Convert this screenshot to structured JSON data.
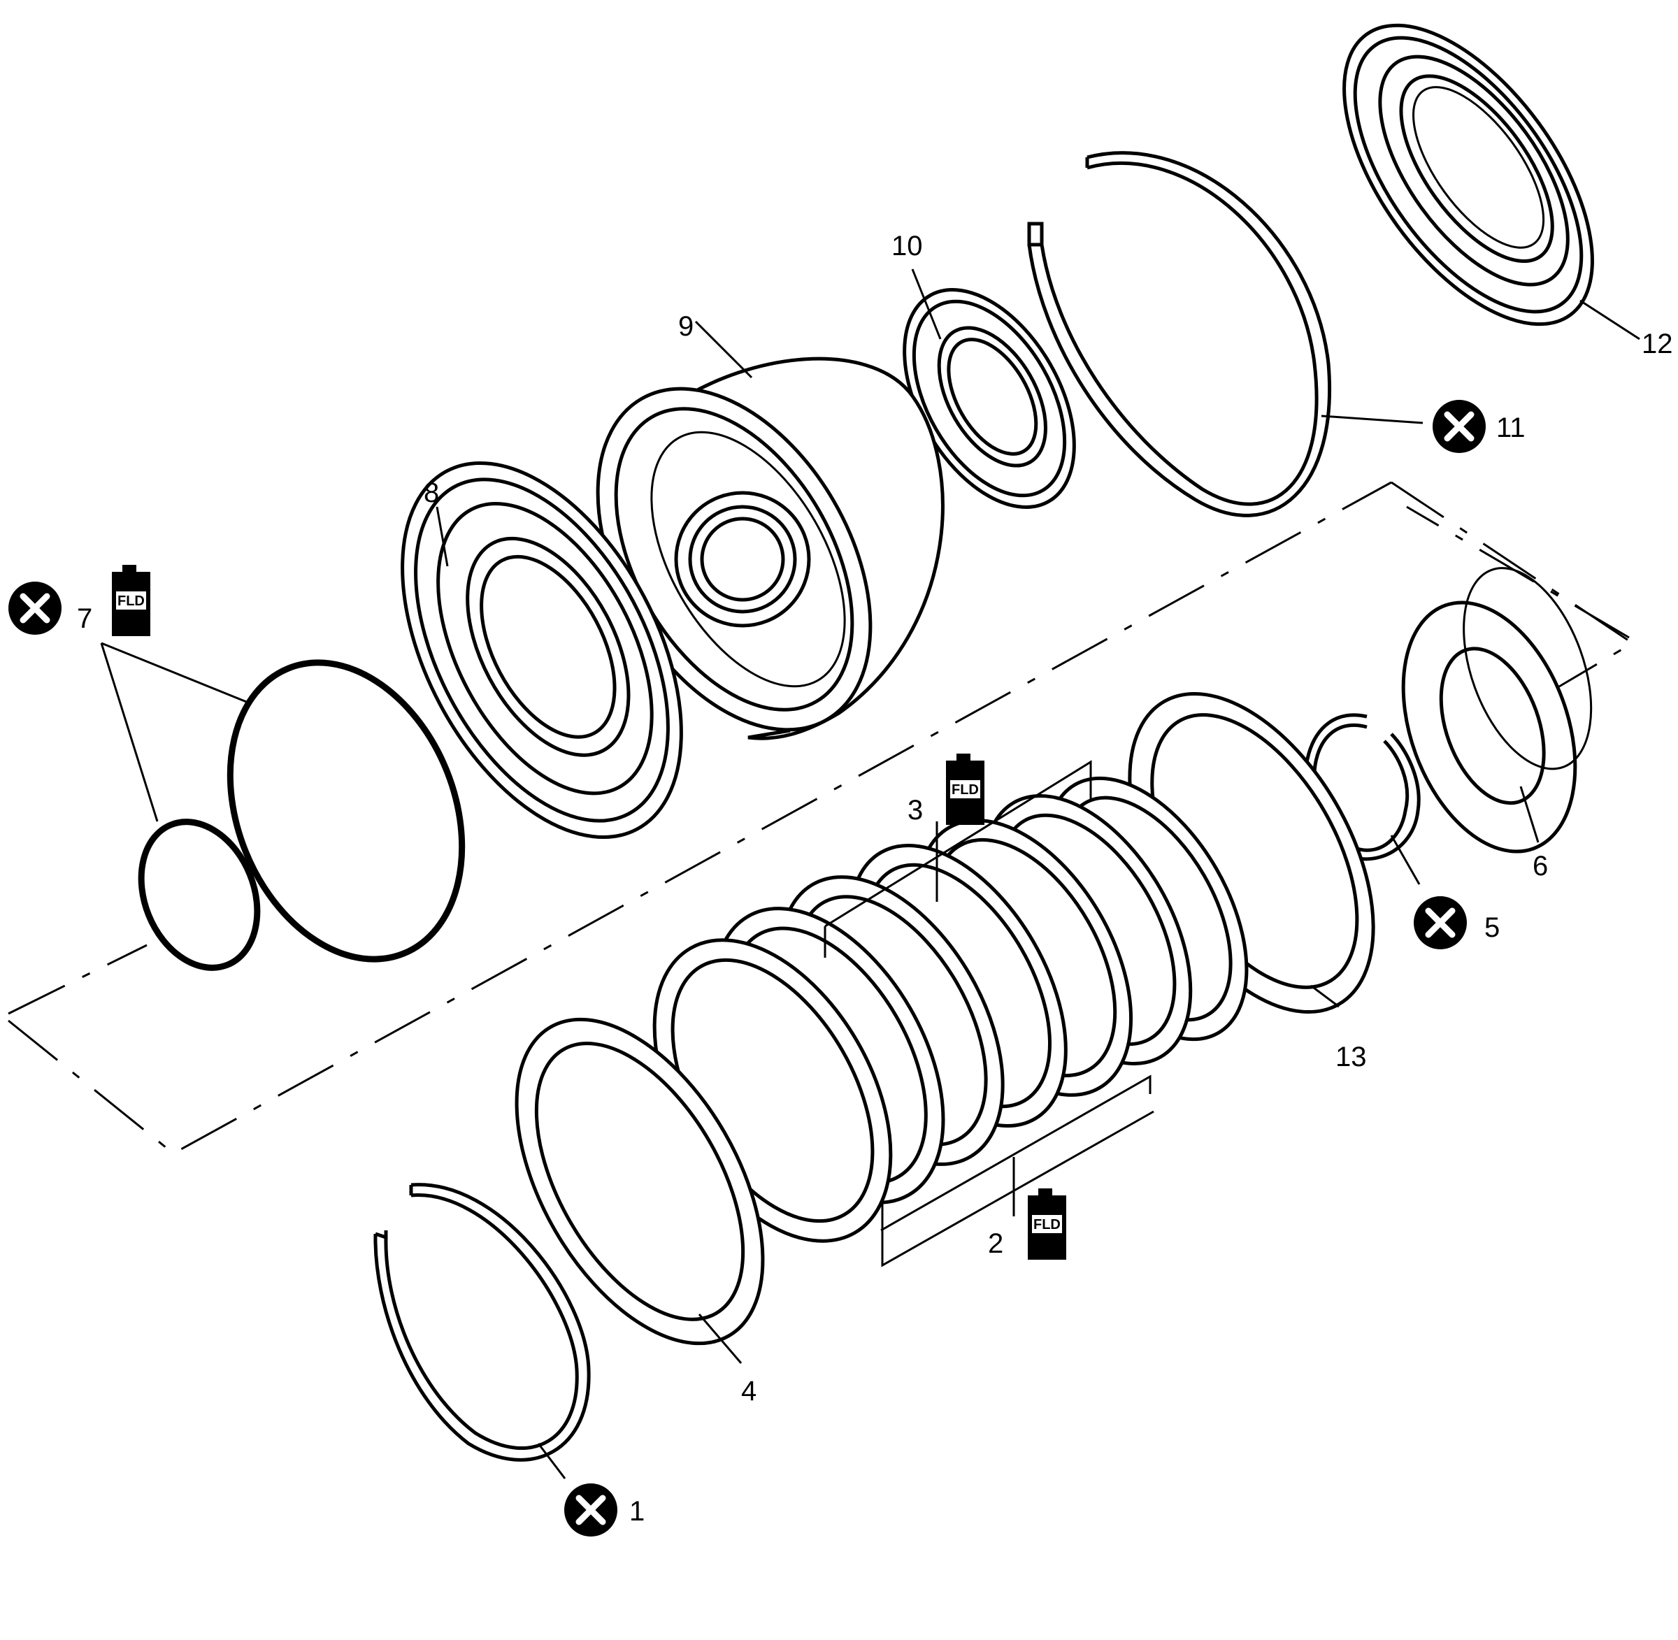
{
  "labels": {
    "n1": "1",
    "n2": "2",
    "n3": "3",
    "n4": "4",
    "n5": "5",
    "n6": "6",
    "n7": "7",
    "n8": "8",
    "n9": "9",
    "n10": "10",
    "n11": "11",
    "n12": "12",
    "n13": "13"
  },
  "fluid_icon": {
    "text": "FLD"
  },
  "icons": {
    "discard": "do-not-reuse-icon",
    "fluid": "transmission-fluid-icon"
  },
  "colors": {
    "line": "#000000",
    "background": "#ffffff"
  }
}
